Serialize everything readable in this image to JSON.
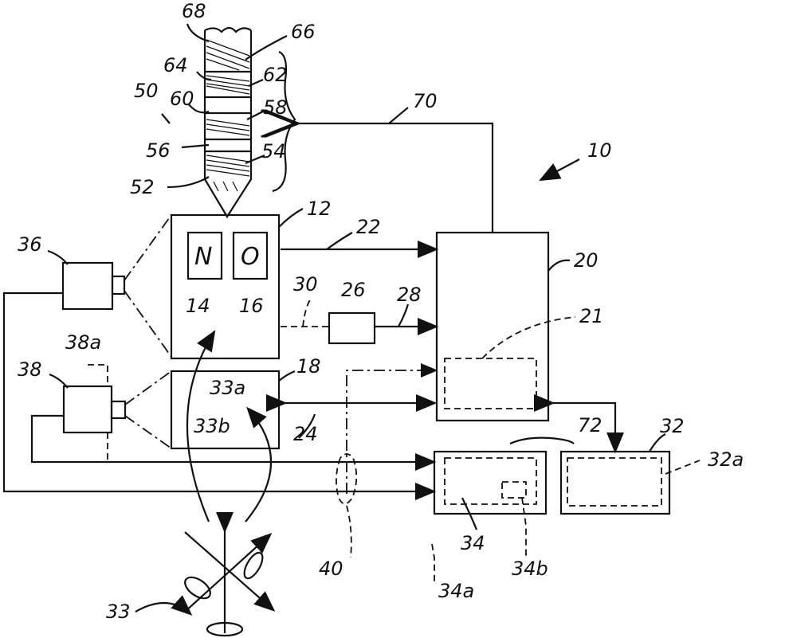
{
  "diagram": {
    "labels": {
      "l68": "68",
      "l66": "66",
      "l64": "64",
      "l62": "62",
      "l50": "50",
      "l60": "60",
      "l58": "58",
      "l56": "56",
      "l54": "54",
      "l52": "52",
      "l70": "70",
      "l10": "10",
      "l12": "12",
      "l22": "22",
      "l20": "20",
      "l36": "36",
      "lN": "N",
      "lO": "O",
      "l14": "14",
      "l16": "16",
      "l30": "30",
      "l26": "26",
      "l28": "28",
      "l21": "21",
      "l38a": "38a",
      "l38": "38",
      "l18": "18",
      "l33a": "33a",
      "l33b": "33b",
      "l24": "24",
      "l72": "72",
      "l32": "32",
      "l32a": "32a",
      "l34": "34",
      "l40": "40",
      "l34a": "34a",
      "l34b": "34b",
      "l33": "33"
    },
    "line_color": "#111111"
  }
}
